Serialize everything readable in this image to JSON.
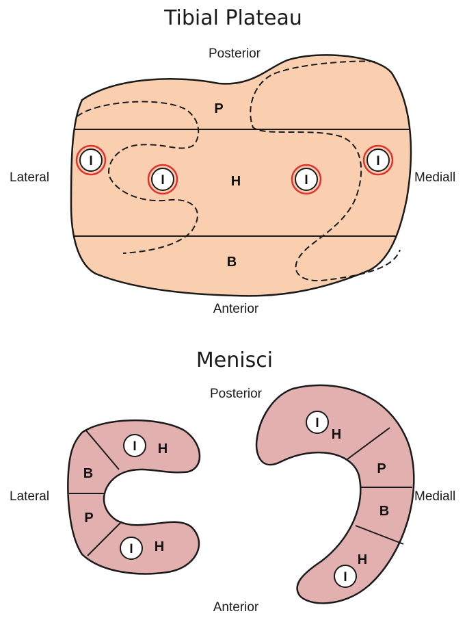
{
  "tibial_plateau": {
    "title": "Tibial Plateau",
    "directions": {
      "posterior": "Posterior",
      "anterior": "Anterior",
      "lateral": "Lateral",
      "medial": "Mediall"
    },
    "zones": {
      "p": "P",
      "h": "H",
      "b": "B"
    },
    "implant_label": "I",
    "fill_color": "#f9cfb0",
    "ring_color": "#e03030"
  },
  "menisci": {
    "title": "Menisci",
    "directions": {
      "posterior": "Posterior",
      "anterior": "Anterior",
      "lateral": "Lateral",
      "medial": "Mediall"
    },
    "lateral_meniscus": {
      "zones": {
        "h_top": "H",
        "b": "B",
        "p": "P",
        "h_bottom": "H"
      },
      "implant_label": "I"
    },
    "medial_meniscus": {
      "zones": {
        "h_top": "H",
        "p": "P",
        "b": "B",
        "h_bottom": "H"
      },
      "implant_label": "I"
    },
    "fill_color": "#e2b0ae"
  }
}
